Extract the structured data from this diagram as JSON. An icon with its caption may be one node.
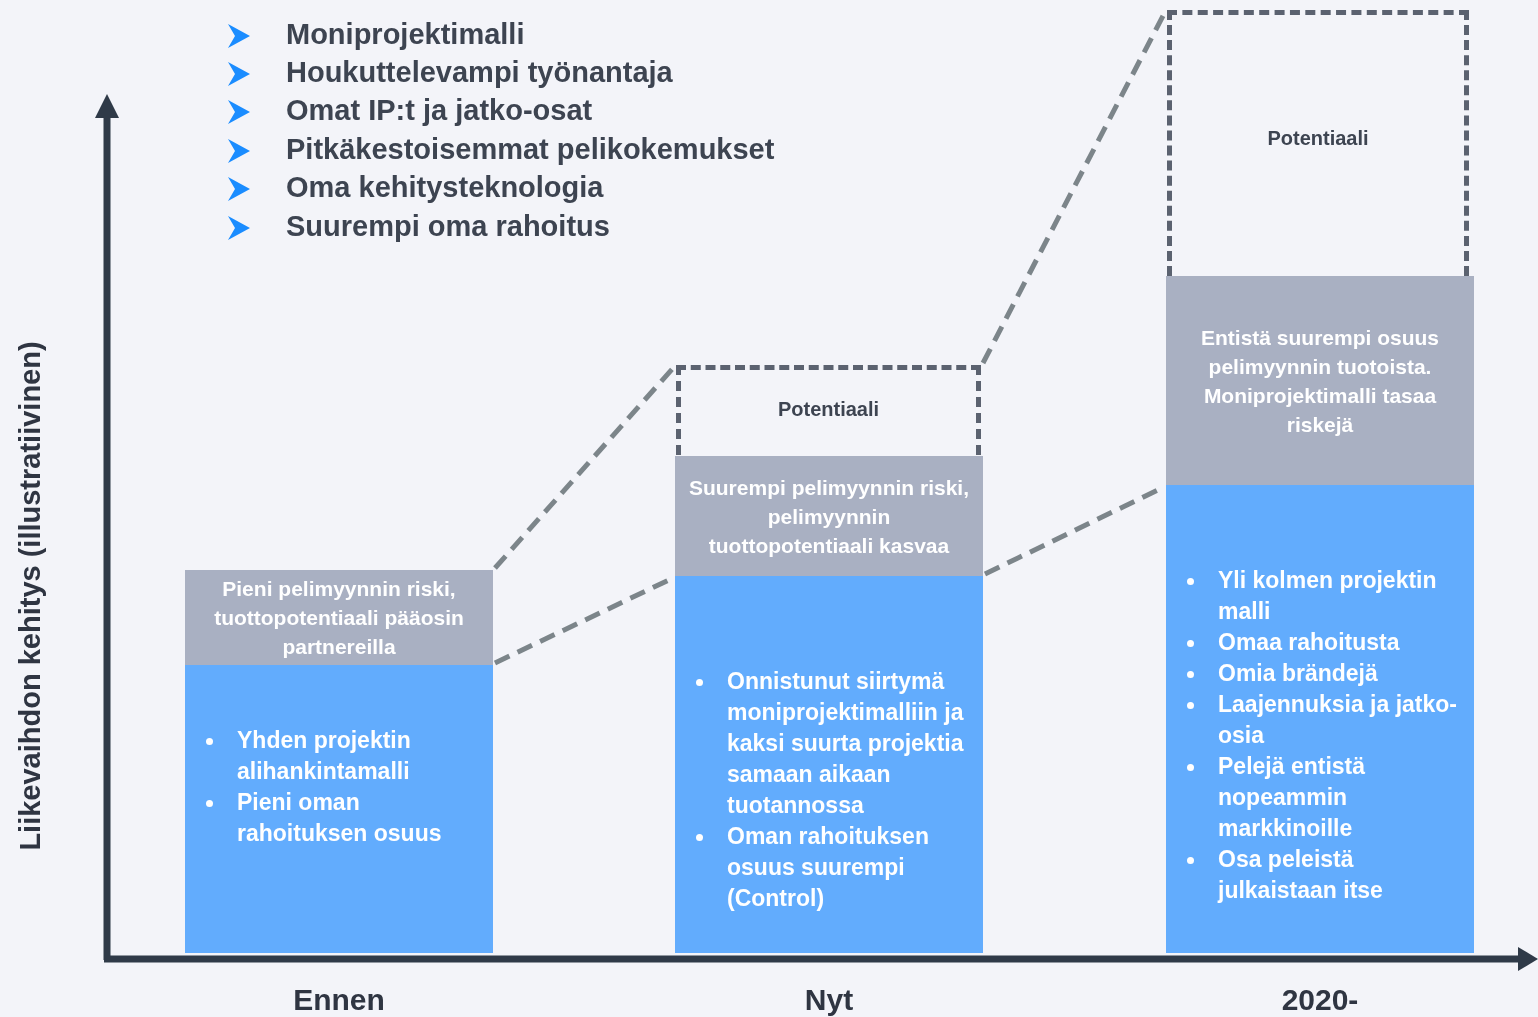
{
  "diagram": {
    "nodes": [
      {
        "text": [
          "Pieni pelimyynnin riski, tuottopotentiaali pääosin partnereilla"
        ]
      },
      {
        "text": [
          "Yhden projektin alihankintamalli",
          "Pieni oman rahoituksen osuus"
        ]
      },
      {
        "text": [
          "Potentiaali"
        ]
      },
      {
        "text": [
          "Suurempi pelimyynnin riski, pelimyynnin tuottopotentiaali kasvaa"
        ]
      },
      {
        "text": [
          "Onnistunut siirtymä moniprojektimalliin ja kaksi suurta projektia samaan aikaan tuotannossa",
          "Oman rahoituksen osuus suurempi (Control)"
        ]
      },
      {
        "text": [
          "Potentiaali"
        ]
      },
      {
        "text": [
          "Entistä suurempi osuus pelimyynnin tuotoista. Moniprojektimalli tasaa riskejä"
        ]
      },
      {
        "text": [
          "Yli kolmen projektin malli",
          "Omaa rahoitusta",
          "Omia brändejä",
          "Laajennuksia ja jatko-osia",
          "Pelejä entistä nopeammin markkinoille",
          "Osa peleistä julkaistaan itse"
        ]
      }
    ],
    "edges": [
      {
        "from": 0,
        "to": 2,
        "arrow": "none",
        "style": "dashed"
      },
      {
        "from": 1,
        "to": 4,
        "arrow": "none",
        "style": "dashed"
      },
      {
        "from": 2,
        "to": 5,
        "arrow": "none",
        "style": "dashed"
      },
      {
        "from": 4,
        "to": 7,
        "arrow": "none",
        "style": "dashed"
      }
    ],
    "labels": [
      "Moniprojektimalli",
      "Houkuttelevampi työnantaja",
      "Omat IP:t ja jatko-osat",
      "Pitkäkestoisemmat pelikokemukset",
      "Oma kehitysteknologia",
      "Suurempi oma rahoitus",
      "Liikevaihdon kehitys (illustratiivinen)",
      "Ennen",
      "Nyt",
      "2020-"
    ]
  }
}
